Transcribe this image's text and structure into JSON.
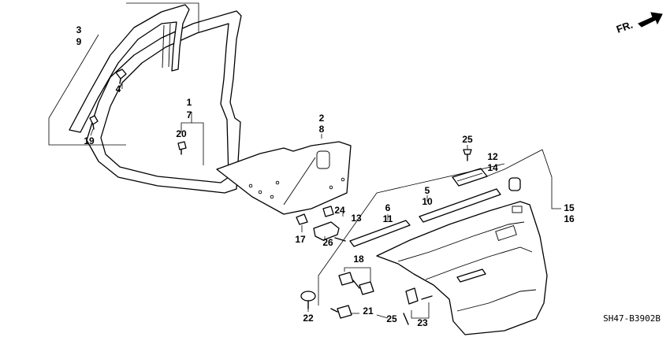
{
  "direction_label": "FR.",
  "diagram_code": "SH47-B3902B",
  "callouts": [
    "1",
    "7",
    "2",
    "8",
    "3",
    "9",
    "4",
    "5",
    "10",
    "6",
    "11",
    "12",
    "14",
    "13",
    "15",
    "16",
    "17",
    "18",
    "19",
    "20",
    "21",
    "22",
    "23",
    "24",
    "25",
    "25",
    "26"
  ]
}
